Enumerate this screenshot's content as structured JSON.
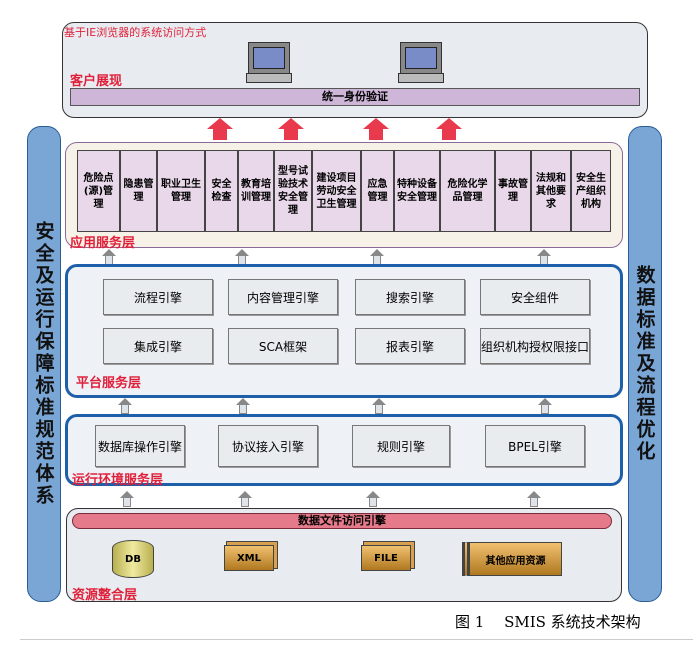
{
  "client_layer": {
    "access_label": "基于IE浏览器的系统访问方式",
    "layer_label": "客户展现",
    "auth_bar": "统一身份验证"
  },
  "left_bar": "安全及运行保障标准规范体系",
  "right_bar": "数据标准及流程优化",
  "app_layer": {
    "label": "应用服务层",
    "modules": [
      "危险点(源)管理",
      "隐患管理",
      "职业卫生管理",
      "安全检查",
      "教育培训管理",
      "型号试验技术安全管理",
      "建设项目劳动安全卫生管理",
      "应急管理",
      "特种设备安全管理",
      "危险化学品管理",
      "事故管理",
      "法规和其他要求",
      "安全生产组织机构"
    ]
  },
  "platform_layer": {
    "label": "平台服务层",
    "components": [
      "流程引擎",
      "内容管理引擎",
      "搜索引擎",
      "安全组件",
      "集成引擎",
      "SCA框架",
      "报表引擎",
      "组织机构授权限接口"
    ]
  },
  "runtime_layer": {
    "label": "运行环境服务层",
    "components": [
      "数据库操作引擎",
      "协议接入引擎",
      "规则引擎",
      "BPEL引擎"
    ]
  },
  "resource_layer": {
    "label": "资源整合层",
    "engine_bar": "数据文件访问引擎",
    "resources": [
      "DB",
      "XML",
      "FILE",
      "其他应用资源"
    ]
  },
  "caption": "图 1　 SMIS 系统技术架构",
  "colors": {
    "accent_red": "#e0203a",
    "layer_blue": "#1d5fa8",
    "side_bar": "#7aa6d6"
  }
}
